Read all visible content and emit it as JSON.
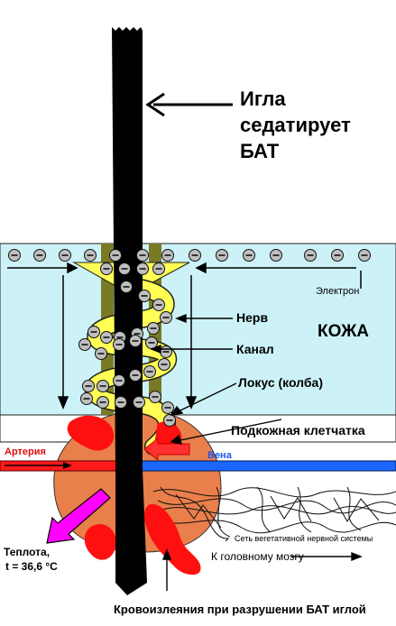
{
  "title_lines": [
    "Игла",
    "седатирует",
    "БАТ"
  ],
  "labels": {
    "electron": "Электрон",
    "nerve": "Нерв",
    "skin": "КОЖА",
    "channel": "Канал",
    "locus": "Локус (колба)",
    "subcutaneous": "Подкожная   клетчатка",
    "artery": "Артерия",
    "vein": "Вена",
    "vegetative_network": "Сеть вегетативной нервной системы",
    "to_brain": "К  головному  мозгу",
    "heat_line1": "Теплота,",
    "heat_line2": "t = 36,6 °C",
    "hemorrhage": "Кровоизлеяния при разрушении БАТ иглой"
  },
  "electron_symbol": "⊖",
  "colors": {
    "skin": "#ccf2f8",
    "needle": "#000000",
    "column": "#7a7a26",
    "channel": "#ffff55",
    "locus_ball": "#e97f4b",
    "blood": "#ff1010",
    "artery": "#ff1a1a",
    "vein": "#1a66ff",
    "heat_arrow": "#ff00ff"
  }
}
